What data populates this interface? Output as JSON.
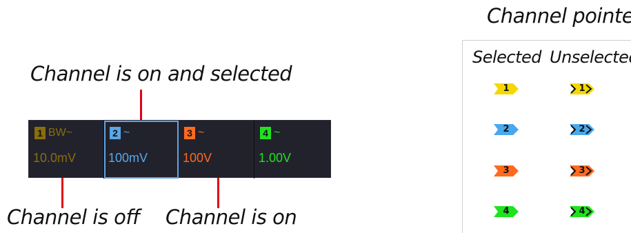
{
  "annotations": {
    "selected_note": "Channel is on and selected",
    "off_note": "Channel is off",
    "on_note": "Channel is on"
  },
  "channels": [
    {
      "number": "1",
      "flag": "BW~",
      "scale": "10.0mV",
      "color": "#8a6d0e",
      "state": "off"
    },
    {
      "number": "2",
      "flag": "~",
      "scale": "100mV",
      "color": "#5aa6e8",
      "state": "on-selected"
    },
    {
      "number": "3",
      "flag": "~",
      "scale": "100V",
      "color": "#ff6a1f",
      "state": "on"
    },
    {
      "number": "4",
      "flag": "~",
      "scale": "1.00V",
      "color": "#1fe31f",
      "state": "on"
    }
  ],
  "pointer_table": {
    "title": "Channel pointer",
    "col_selected": "Selected",
    "col_unselected": "Unselected",
    "rows": [
      {
        "number": "1",
        "color": "#f5d800"
      },
      {
        "number": "2",
        "color": "#4aa8ec"
      },
      {
        "number": "3",
        "color": "#ff6a1f"
      },
      {
        "number": "4",
        "color": "#1fe31f"
      }
    ]
  }
}
